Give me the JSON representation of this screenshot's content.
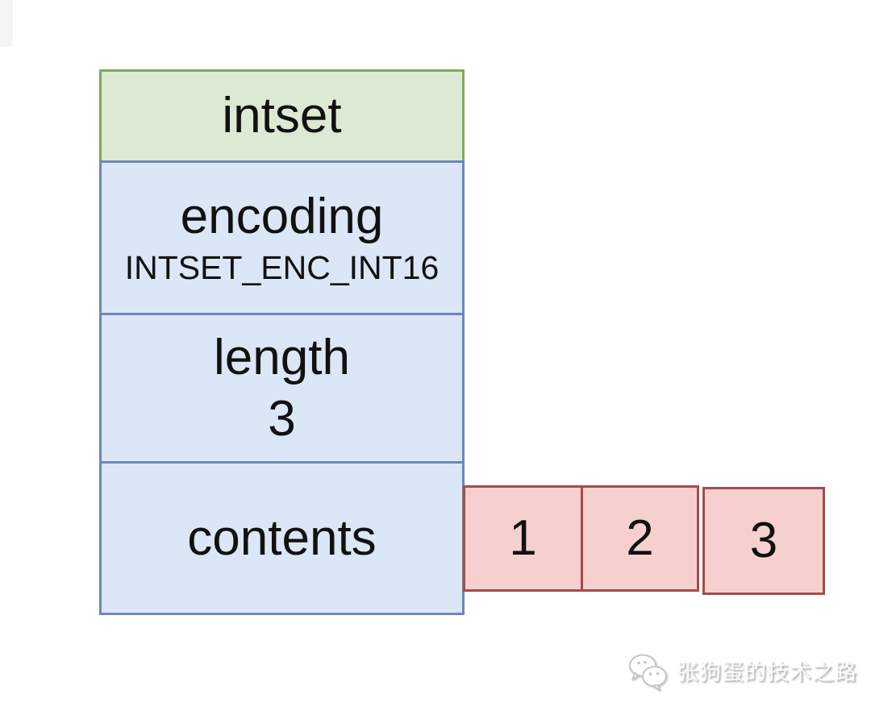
{
  "diagram": {
    "header": {
      "label": "intset"
    },
    "fields": {
      "encoding": {
        "label": "encoding",
        "value": "INTSET_ENC_INT16"
      },
      "length": {
        "label": "length",
        "value": "3"
      },
      "contents": {
        "label": "contents"
      }
    },
    "contents_items": [
      "1",
      "2",
      "3"
    ]
  },
  "watermark": {
    "icon": "wechat-chat-bubbles-icon",
    "text": "张狗蛋的技术之路"
  },
  "colors": {
    "header_fill": "#dcead3",
    "header_border": "#82a75f",
    "field_fill": "#dbe6f7",
    "field_border": "#6d88b8",
    "item_fill": "#f6d0cf",
    "item_border": "#a84a48",
    "text": "#111111",
    "watermark_gray": "#c6c6c6"
  }
}
